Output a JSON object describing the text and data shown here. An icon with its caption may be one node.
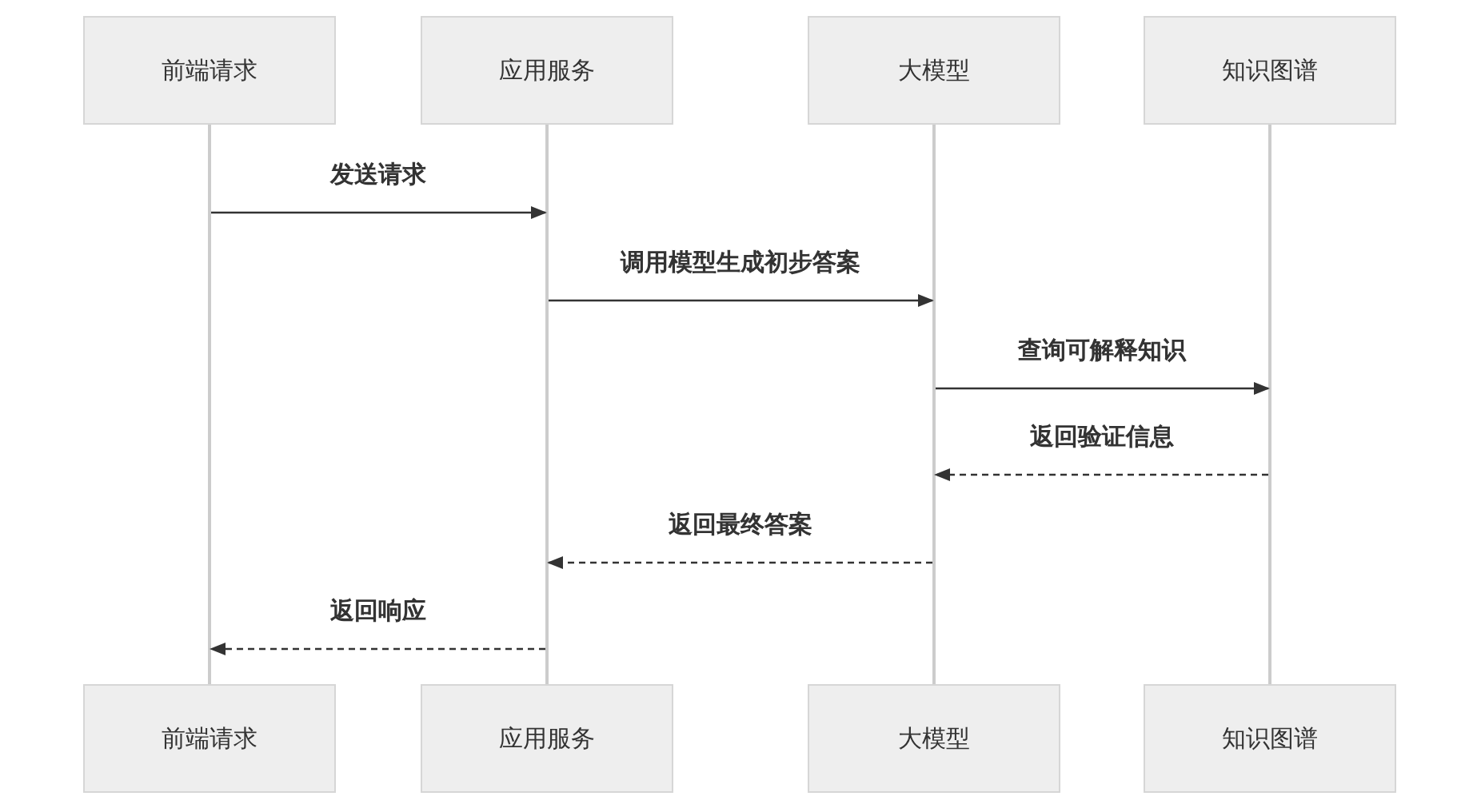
{
  "diagram": {
    "nodes": [
      {
        "text": [
          "前端请求"
        ]
      },
      {
        "text": [
          "应用服务"
        ]
      },
      {
        "text": [
          "大模型"
        ]
      },
      {
        "text": [
          "知识图谱"
        ]
      },
      {
        "text": [],
        "shape": "bar"
      },
      {
        "text": [],
        "shape": "bar"
      },
      {
        "text": [],
        "shape": "bar"
      },
      {
        "text": [],
        "shape": "bar"
      },
      {
        "text": [
          "前端请求"
        ]
      },
      {
        "text": [
          "应用服务"
        ]
      },
      {
        "text": [
          "大模型"
        ]
      },
      {
        "text": [
          "知识图谱"
        ]
      }
    ],
    "edges": [
      {
        "from": 4,
        "to": 5,
        "arrow": "to",
        "label": "发送请求"
      },
      {
        "from": 5,
        "to": 6,
        "arrow": "to",
        "label": "调用模型生成初步答案"
      },
      {
        "from": 6,
        "to": 7,
        "arrow": "to",
        "label": "查询可解释知识"
      },
      {
        "from": 7,
        "to": 6,
        "arrow": "to",
        "label": "返回验证信息",
        "style": "dashed"
      },
      {
        "from": 6,
        "to": 5,
        "arrow": "to",
        "label": "返回最终答案",
        "style": "dashed"
      },
      {
        "from": 5,
        "to": 4,
        "arrow": "to",
        "label": "返回响应",
        "style": "dashed"
      }
    ]
  }
}
